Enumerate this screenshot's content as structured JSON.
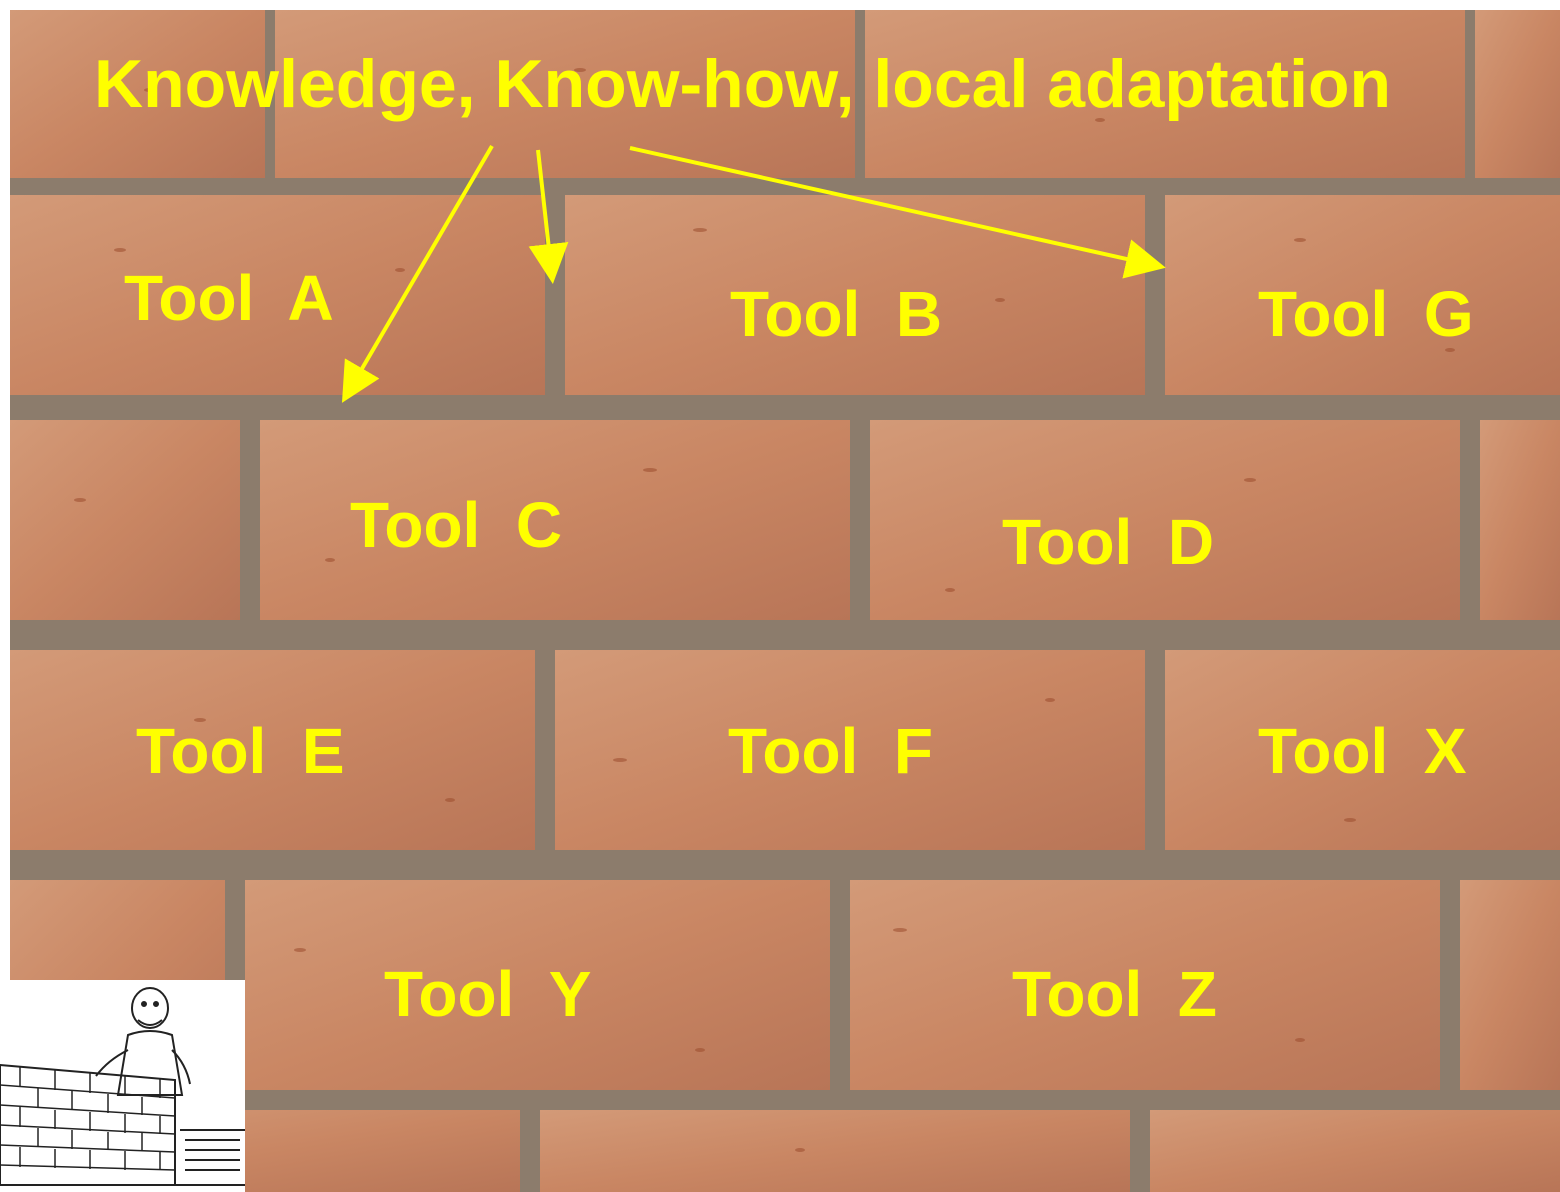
{
  "slide": {
    "title": "Knowledge, Know-how, local adaptation",
    "tools": {
      "a": "Tool  A",
      "b": "Tool  B",
      "g": "Tool  G",
      "c": "Tool  C",
      "d": "Tool  D",
      "e": "Tool  E",
      "f": "Tool  F",
      "x": "Tool  X",
      "y": "Tool  Y",
      "z": "Tool  Z"
    }
  },
  "colors": {
    "label": "#ffff00",
    "arrow": "#ffff00",
    "brick": "#c98663",
    "mortar": "#8c7c6c"
  },
  "illustration": "bricklayer-drawing"
}
